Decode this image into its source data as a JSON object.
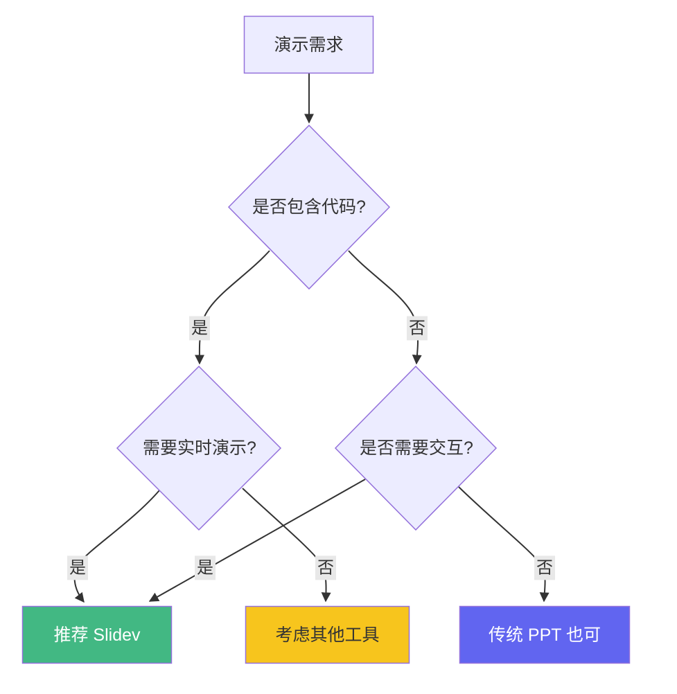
{
  "diagram": {
    "type": "flowchart",
    "direction": "top-down",
    "background": "#FFFFFF",
    "edge_color": "#333333",
    "edge_label_background": "#E8E8E8",
    "text_color": "#333333",
    "nodes": {
      "start": {
        "label": "演示需求",
        "shape": "rectangle",
        "fill": "#ECECFF",
        "stroke": "#9370DB",
        "text_color": "#333333"
      },
      "q_code": {
        "label": "是否包含代码?",
        "shape": "diamond",
        "fill": "#ECECFF",
        "stroke": "#9370DB",
        "text_color": "#333333"
      },
      "q_live": {
        "label": "需要实时演示?",
        "shape": "diamond",
        "fill": "#ECECFF",
        "stroke": "#9370DB",
        "text_color": "#333333"
      },
      "q_interact": {
        "label": "是否需要交互?",
        "shape": "diamond",
        "fill": "#ECECFF",
        "stroke": "#9370DB",
        "text_color": "#333333"
      },
      "slidev": {
        "label": "推荐 Slidev",
        "shape": "rectangle",
        "fill": "#42B883",
        "stroke": "#9370DB",
        "text_color": "#FFFFFF"
      },
      "other": {
        "label": "考虑其他工具",
        "shape": "rectangle",
        "fill": "#F7C51D",
        "stroke": "#9370DB",
        "text_color": "#333333"
      },
      "ppt": {
        "label": "传统 PPT 也可",
        "shape": "rectangle",
        "fill": "#6165F0",
        "stroke": "#9370DB",
        "text_color": "#FFFFFF"
      }
    },
    "edges": [
      {
        "from": "start",
        "to": "q_code",
        "label": ""
      },
      {
        "from": "q_code",
        "to": "q_live",
        "label": "是"
      },
      {
        "from": "q_code",
        "to": "q_interact",
        "label": "否"
      },
      {
        "from": "q_live",
        "to": "slidev",
        "label": "是"
      },
      {
        "from": "q_live",
        "to": "other",
        "label": "否"
      },
      {
        "from": "q_interact",
        "to": "slidev",
        "label": "是"
      },
      {
        "from": "q_interact",
        "to": "ppt",
        "label": "否"
      }
    ]
  }
}
